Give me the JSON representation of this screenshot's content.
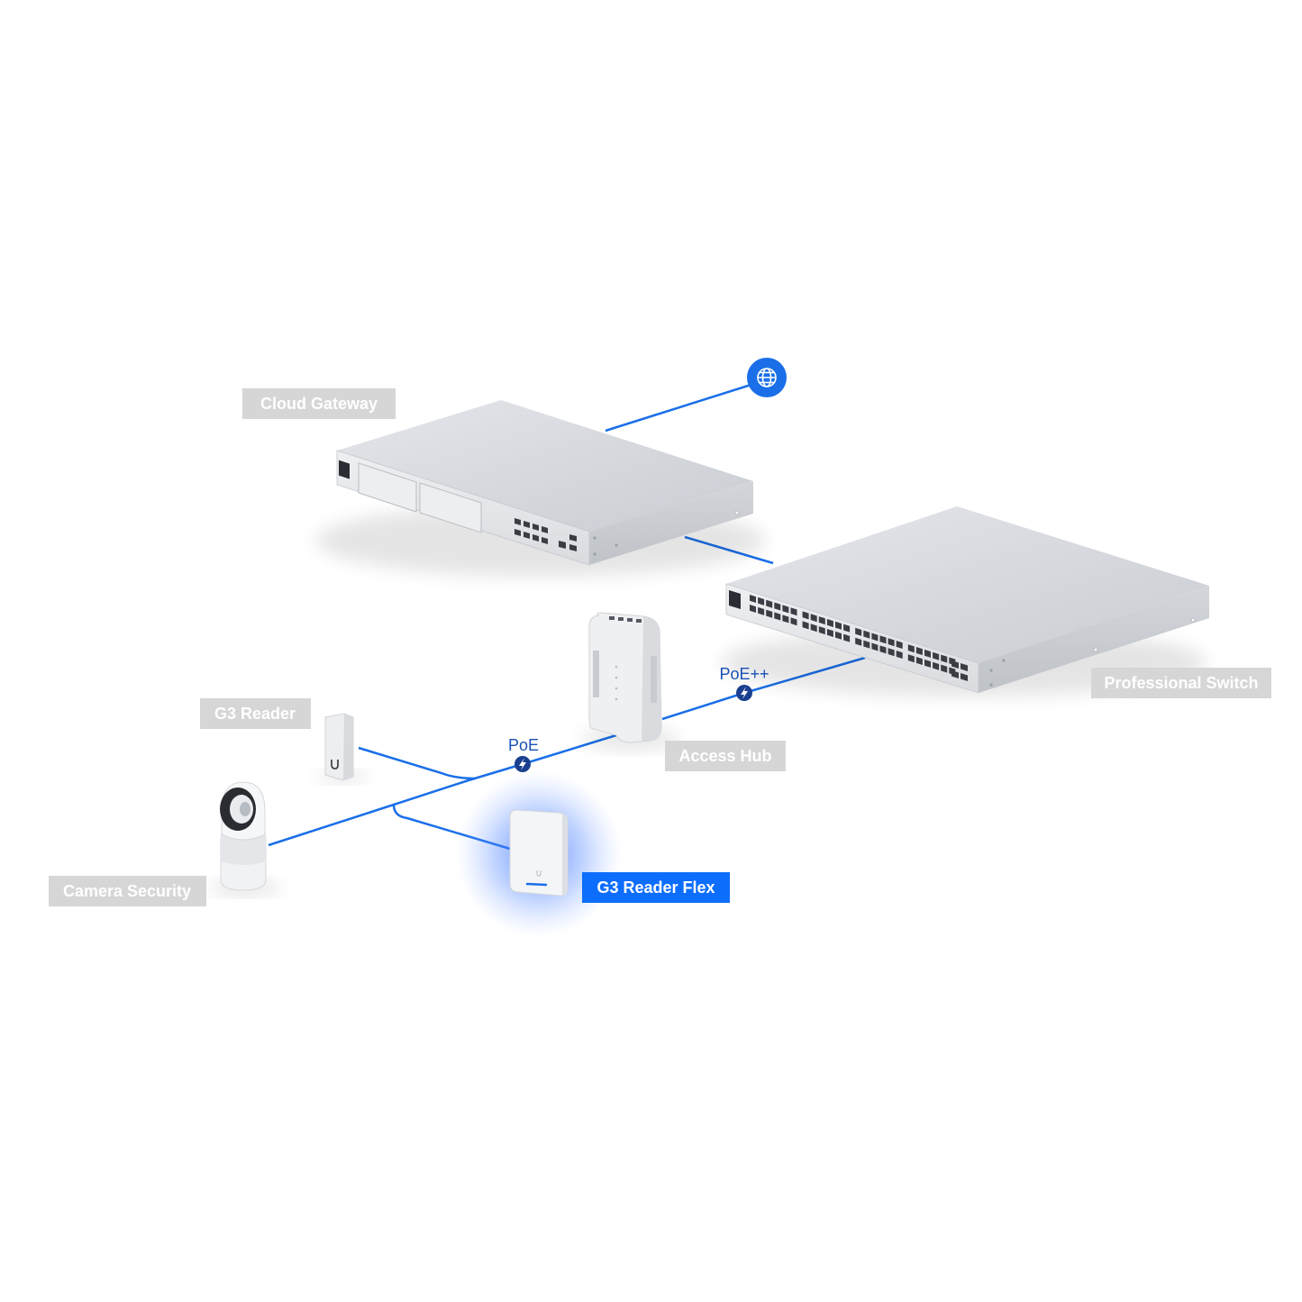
{
  "colors": {
    "cable": "#1a6fe8",
    "accent": "#0d6efd",
    "label_bg": "#d6d6d6",
    "label_text": "#ffffff",
    "power_badge": "#1a3f8f"
  },
  "devices": {
    "cloud_gateway": {
      "label": "Cloud Gateway"
    },
    "professional_switch": {
      "label": "Professional Switch"
    },
    "access_hub": {
      "label": "Access Hub"
    },
    "g3_reader": {
      "label": "G3 Reader"
    },
    "camera_security": {
      "label": "Camera Security"
    },
    "g3_reader_flex": {
      "label": "G3 Reader Flex",
      "highlighted": true
    }
  },
  "internet": {
    "icon": "globe-icon"
  },
  "power": {
    "poe_plus": {
      "label": "PoE++",
      "icon": "lightning-bolt-icon"
    },
    "poe": {
      "label": "PoE",
      "icon": "lightning-bolt-icon"
    }
  }
}
